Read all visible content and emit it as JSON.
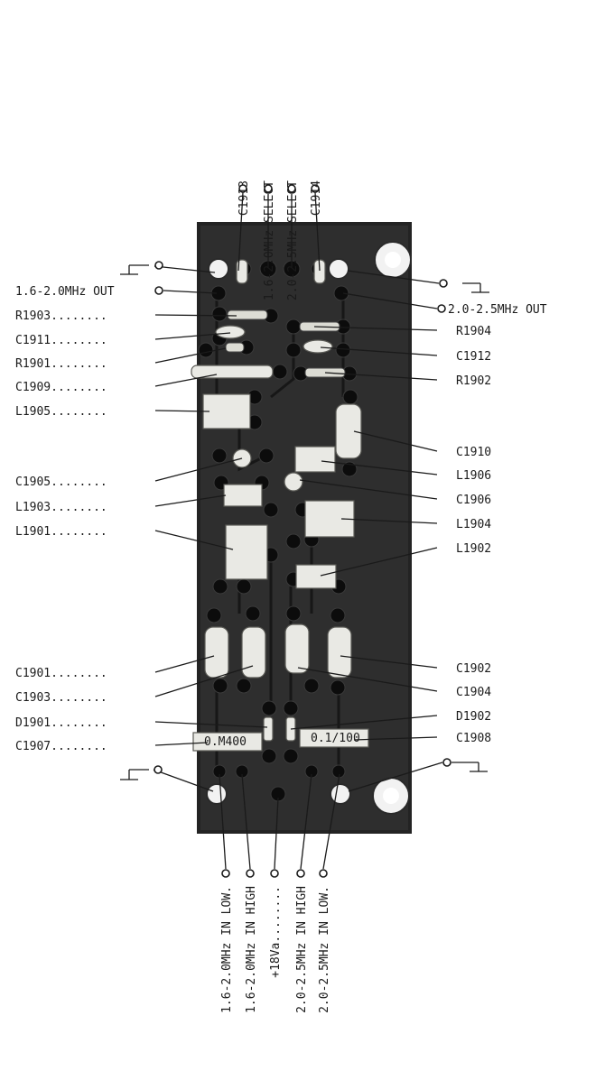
{
  "board": {
    "labels": {
      "c1913": "C1913",
      "sel_16": "1.6-2.0MHz SELECT",
      "sel_20": "2.0-2.5MHz SELECT",
      "c1914": "C1914",
      "out_16": "1.6-2.0MHz OUT",
      "out_20": "2.0-2.5MHz OUT",
      "r1903": "R1903........",
      "c1911": "C1911........",
      "r1901": "R1901........",
      "c1909": "C1909........",
      "l1905": "L1905........",
      "c1905": "C1905........",
      "l1903": "L1903........",
      "l1901": "L1901........",
      "c1901": "C1901........",
      "c1903": "C1903........",
      "d1901": "D1901........",
      "c1907": "C1907........",
      "r1904": "R1904",
      "c1912": "C1912",
      "r1902": "R1902",
      "c1910": "C1910",
      "l1906": "L1906",
      "c1906": "C1906",
      "l1904": "L1904",
      "l1902": "L1902",
      "c1902": "C1902",
      "c1904": "C1904",
      "d1902": "D1902",
      "c1908": "C1908",
      "in_16_low": "1.6-2.0MHz IN LOW.",
      "in_16_high": "1.6-2.0MHz IN HIGH",
      "v18": "+18Va........",
      "in_20_high": "2.0-2.5MHz IN HIGH",
      "in_20_low": "2.0-2.5MHz IN LOW."
    },
    "component_markings": {
      "c1907_mark": "0.M400",
      "c1908_mark": "0.1/100"
    }
  }
}
